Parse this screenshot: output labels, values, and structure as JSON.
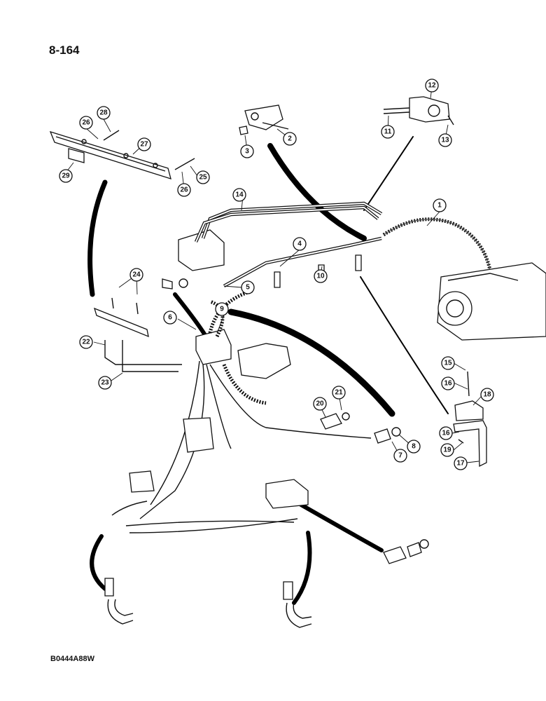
{
  "page": {
    "number": "8-164",
    "drawing_code": "B0444A88W"
  },
  "callouts": [
    "1",
    "2",
    "3",
    "4",
    "5",
    "6",
    "7",
    "8",
    "9",
    "10",
    "11",
    "12",
    "13",
    "14",
    "15",
    "16",
    "16",
    "17",
    "18",
    "19",
    "20",
    "21",
    "22",
    "23",
    "24",
    "25",
    "26",
    "26",
    "27",
    "28",
    "29"
  ],
  "colors": {
    "ink": "#111111",
    "paper": "#ffffff"
  }
}
